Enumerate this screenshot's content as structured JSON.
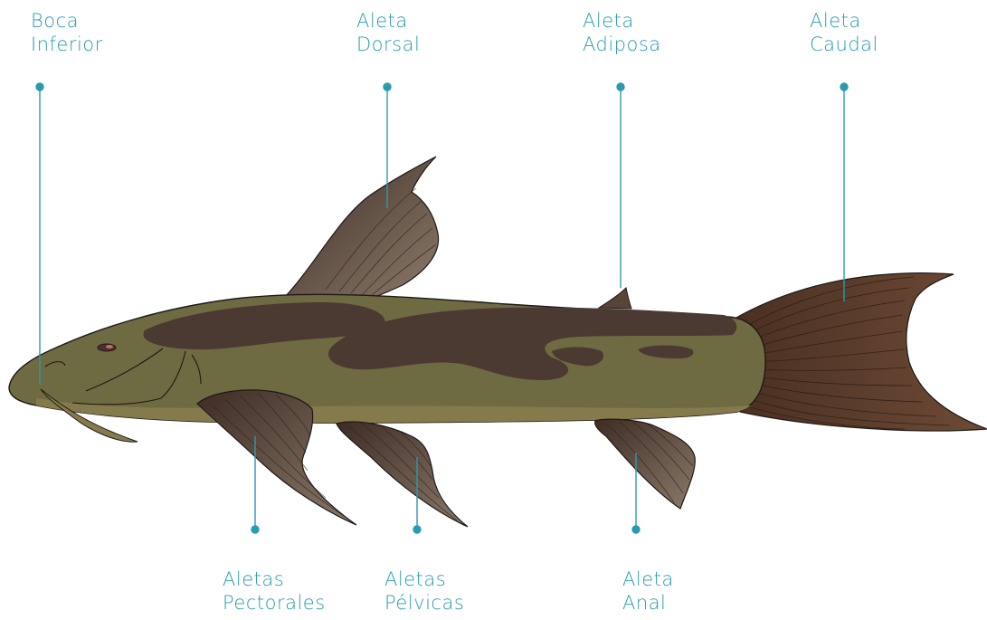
{
  "labels": {
    "boca": {
      "line1": "Boca",
      "line2": "Inferior"
    },
    "dorsal": {
      "line1": "Aleta",
      "line2": "Dorsal"
    },
    "adiposa": {
      "line1": "Aleta",
      "line2": "Adiposa"
    },
    "caudal": {
      "line1": "Aleta",
      "line2": "Caudal"
    },
    "pectorales": {
      "line1": "Aletas",
      "line2": "Pectorales"
    },
    "pelvicas": {
      "line1": "Aletas",
      "line2": "Pélvicas"
    },
    "anal": {
      "line1": "Aleta",
      "line2": "Anal"
    }
  },
  "colors": {
    "accent": "#2a9ab0",
    "body": "#6e6a42",
    "belly": "#857a4c",
    "blotch": "#4a3a32",
    "fin": "#5c463a",
    "outline": "#1e1a16"
  }
}
